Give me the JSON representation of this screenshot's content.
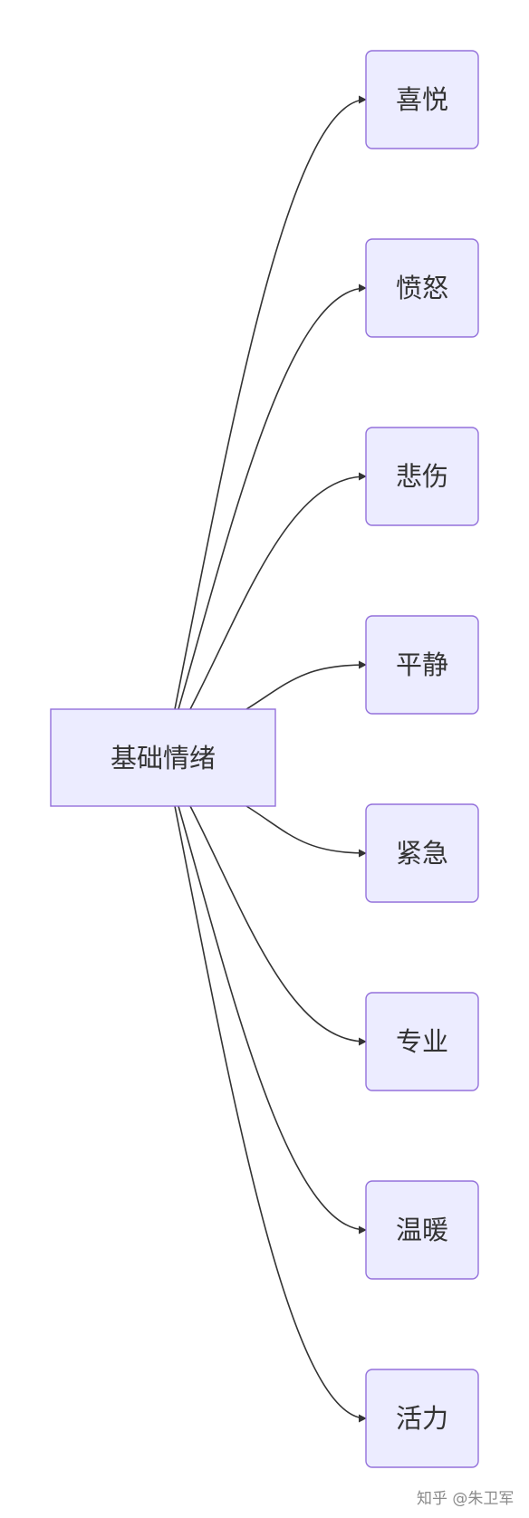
{
  "diagram": {
    "type": "flowchart",
    "direction": "left-to-right",
    "root": {
      "label": "基础情绪"
    },
    "children": [
      {
        "label": "喜悦"
      },
      {
        "label": "愤怒"
      },
      {
        "label": "悲伤"
      },
      {
        "label": "平静"
      },
      {
        "label": "紧急"
      },
      {
        "label": "专业"
      },
      {
        "label": "温暖"
      },
      {
        "label": "活力"
      }
    ]
  },
  "colors": {
    "node_fill": "#ececff",
    "node_border": "#9370db",
    "edge": "#333333",
    "text": "#333333"
  },
  "watermark": "知乎 @朱卫军"
}
